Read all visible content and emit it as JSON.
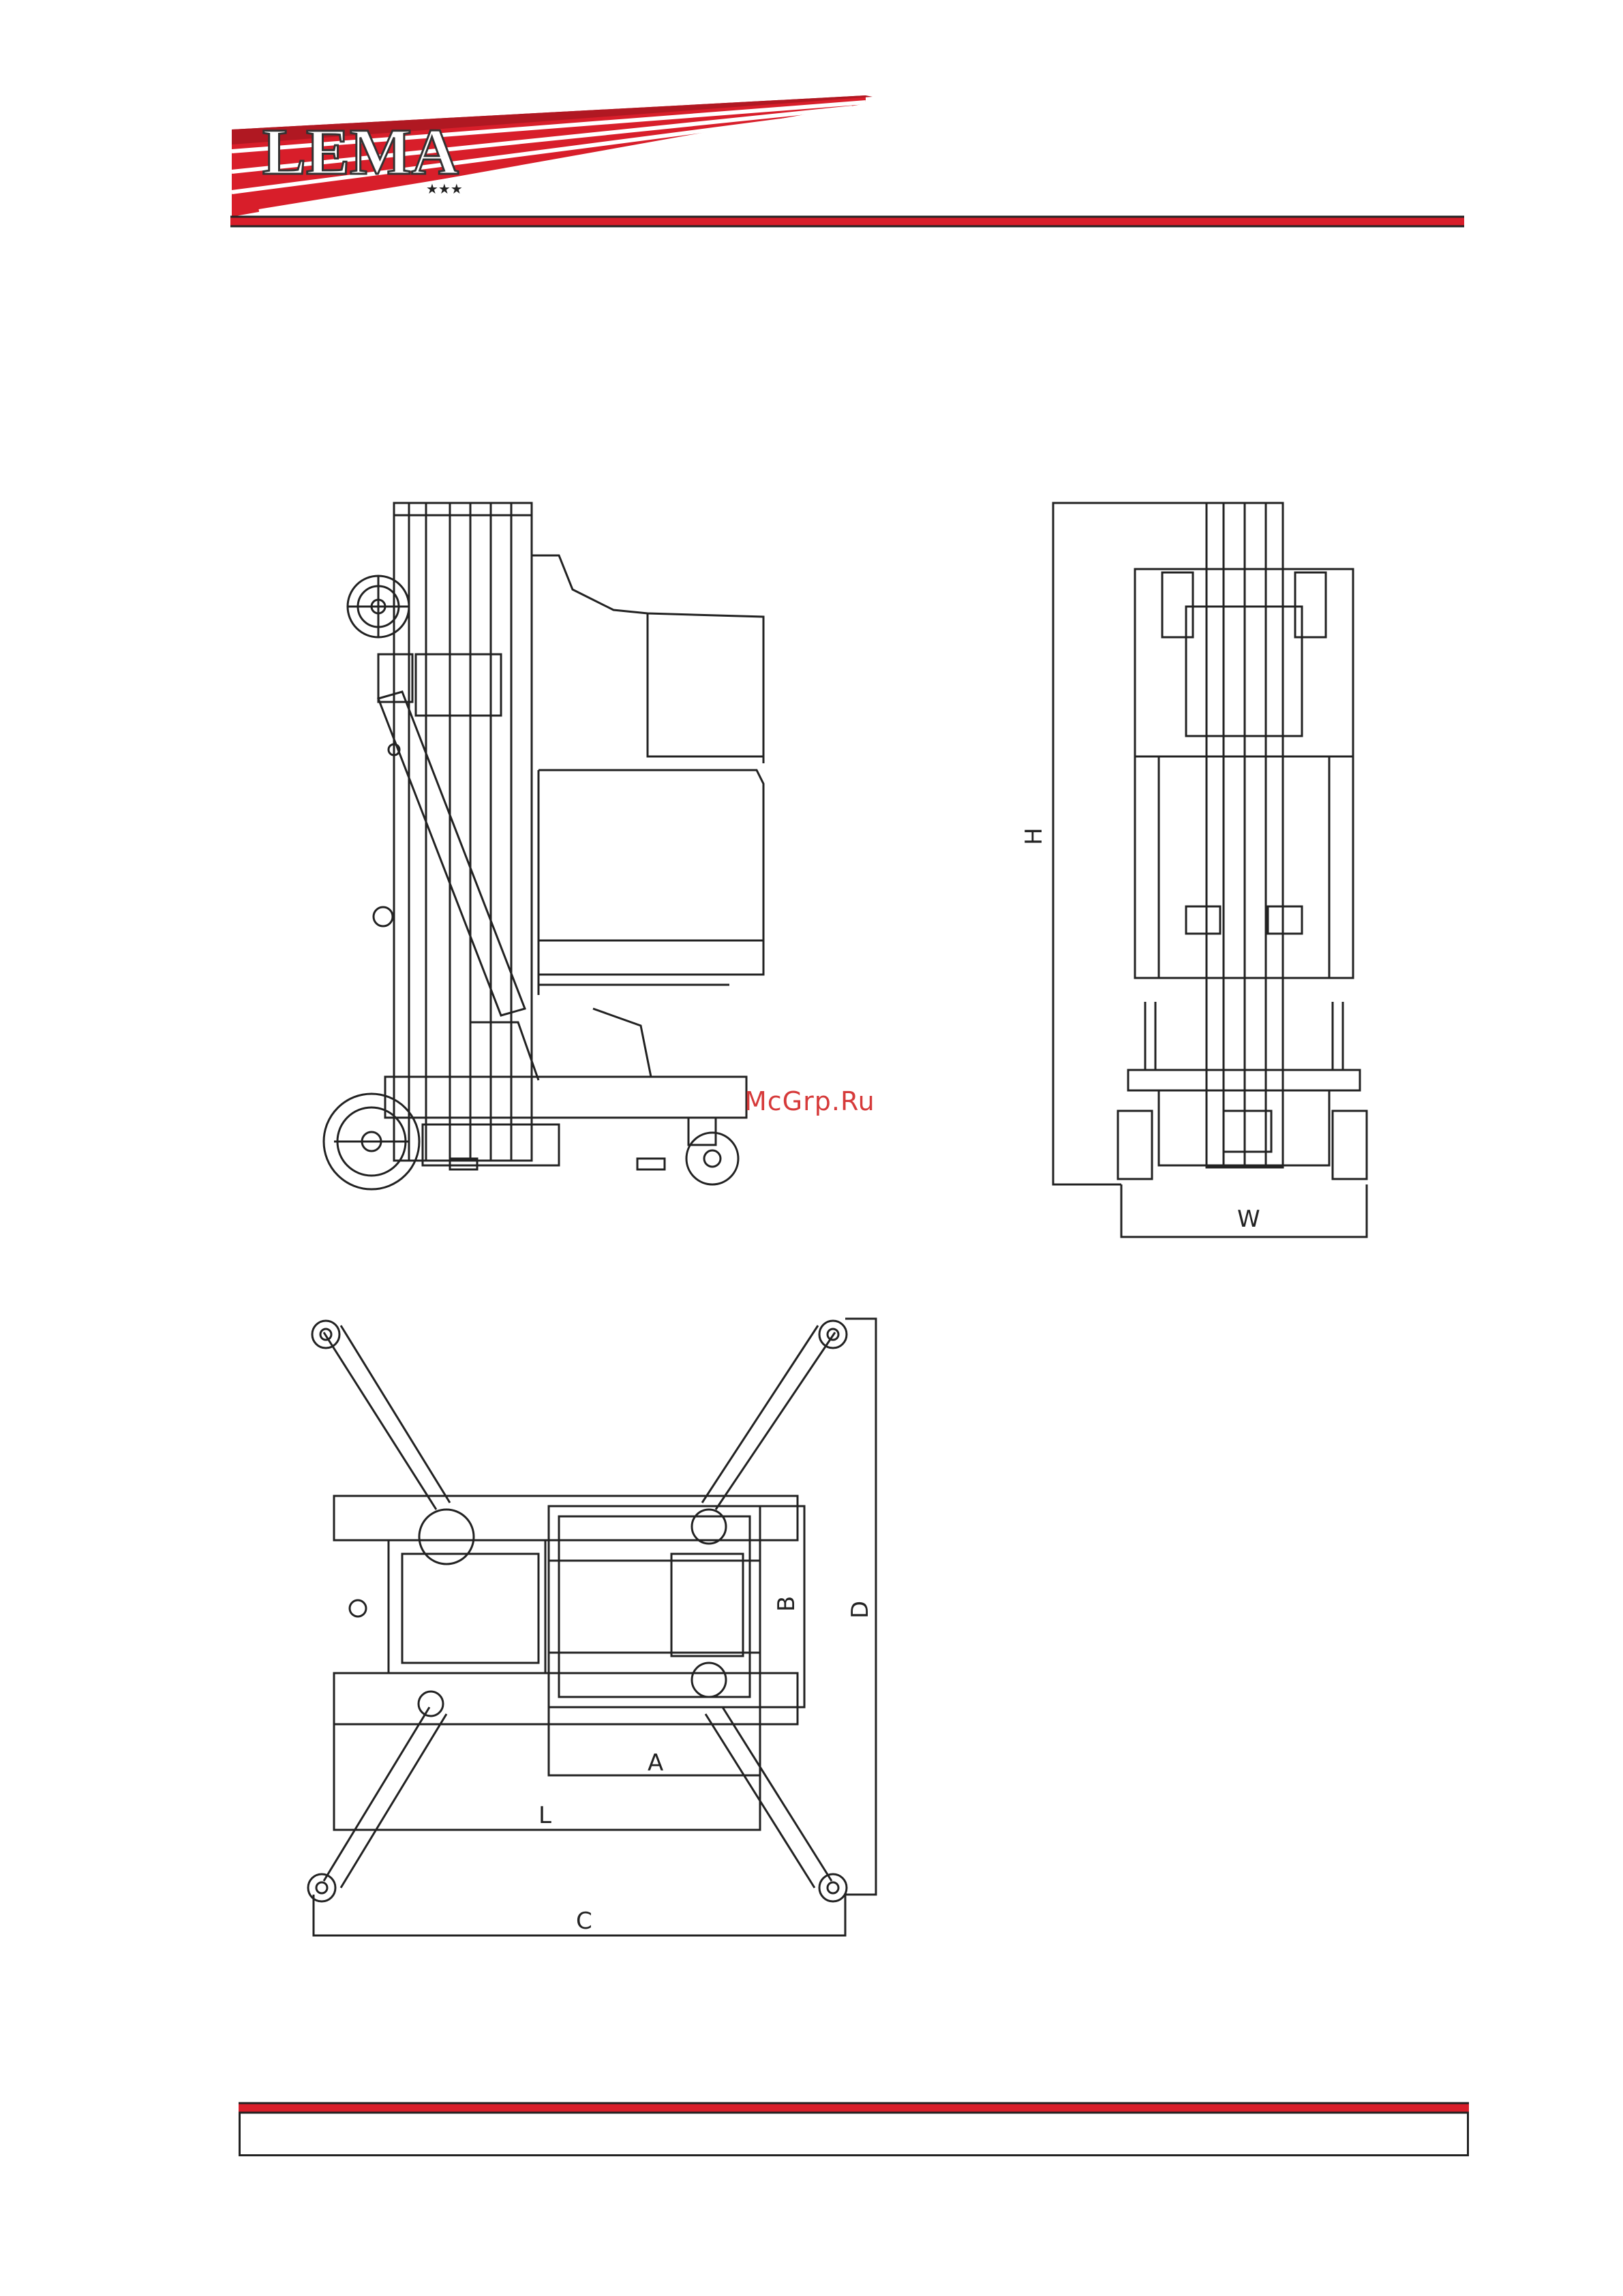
{
  "header": {
    "logo_text": "LEMA",
    "logo_stars": "★★★",
    "brand_color": "#d81e2a"
  },
  "drawings": {
    "side_view": "side-elevation",
    "front_view": "front-elevation",
    "top_view": "plan-view"
  },
  "dimensions": {
    "height": "H",
    "width": "W",
    "length": "L",
    "platform_length": "A",
    "platform_width": "B",
    "outrigger_span_c": "C",
    "outrigger_span_d": "D"
  },
  "watermark": "McGrp.Ru",
  "footer": {
    "text": ""
  }
}
